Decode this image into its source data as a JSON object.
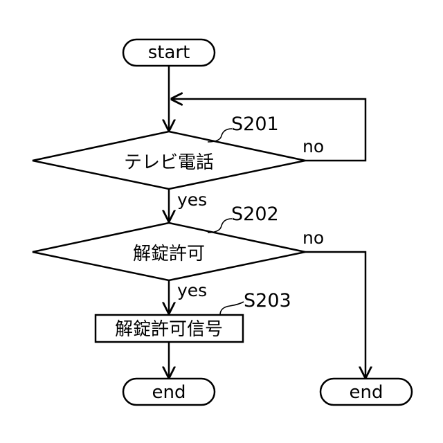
{
  "nodes": {
    "start": "start",
    "decision1": "テレビ電話",
    "decision2": "解錠許可",
    "process1": "解錠許可信号",
    "end_left": "end",
    "end_right": "end"
  },
  "step_labels": {
    "s201": "S201",
    "s202": "S202",
    "s203": "S203"
  },
  "branch_labels": {
    "d1_yes": "yes",
    "d1_no": "no",
    "d2_yes": "yes",
    "d2_no": "no"
  }
}
